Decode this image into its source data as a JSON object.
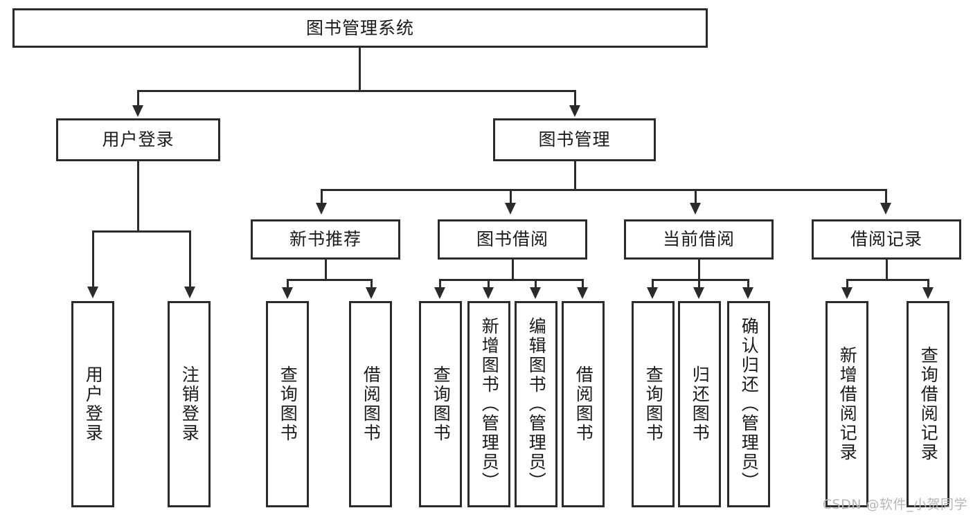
{
  "diagram": {
    "type": "tree-hierarchy",
    "title": "图书管理系统",
    "root": {
      "label": "图书管理系统"
    },
    "level2": [
      {
        "id": "user-login",
        "label": "用户登录"
      },
      {
        "id": "book-management",
        "label": "图书管理"
      }
    ],
    "level3": [
      {
        "id": "new-book-recommend",
        "label": "新书推荐",
        "parent": "book-management"
      },
      {
        "id": "book-borrow",
        "label": "图书借阅",
        "parent": "book-management"
      },
      {
        "id": "current-borrow",
        "label": "当前借阅",
        "parent": "book-management"
      },
      {
        "id": "borrow-record",
        "label": "借阅记录",
        "parent": "book-management"
      }
    ],
    "leaves": [
      {
        "id": "leaf-user-login",
        "label": "用户登录",
        "parent": "user-login"
      },
      {
        "id": "leaf-user-logout",
        "label": "注销登录",
        "parent": "user-login"
      },
      {
        "id": "leaf-query-book-1",
        "label": "查询图书",
        "parent": "new-book-recommend"
      },
      {
        "id": "leaf-borrow-book-1",
        "label": "借阅图书",
        "parent": "new-book-recommend"
      },
      {
        "id": "leaf-query-book-2",
        "label": "查询图书",
        "parent": "book-borrow"
      },
      {
        "id": "leaf-add-book",
        "label": "新增图书（管理员）",
        "parent": "book-borrow"
      },
      {
        "id": "leaf-edit-book",
        "label": "编辑图书（管理员）",
        "parent": "book-borrow"
      },
      {
        "id": "leaf-borrow-book-2",
        "label": "借阅图书",
        "parent": "book-borrow"
      },
      {
        "id": "leaf-query-book-3",
        "label": "查询图书",
        "parent": "current-borrow"
      },
      {
        "id": "leaf-return-book",
        "label": "归还图书",
        "parent": "current-borrow"
      },
      {
        "id": "leaf-confirm-return",
        "label": "确认归还（管理员）",
        "parent": "current-borrow"
      },
      {
        "id": "leaf-add-record",
        "label": "新增借阅记录",
        "parent": "borrow-record"
      },
      {
        "id": "leaf-query-record",
        "label": "查询借阅记录",
        "parent": "borrow-record"
      }
    ],
    "colors": {
      "stroke": "#2b2b2b",
      "fill": "#ffffff",
      "text": "#1a1a1a",
      "watermark": "#b7b7b7"
    }
  },
  "watermark": {
    "text": "CSDN @软件_小贺同学"
  }
}
